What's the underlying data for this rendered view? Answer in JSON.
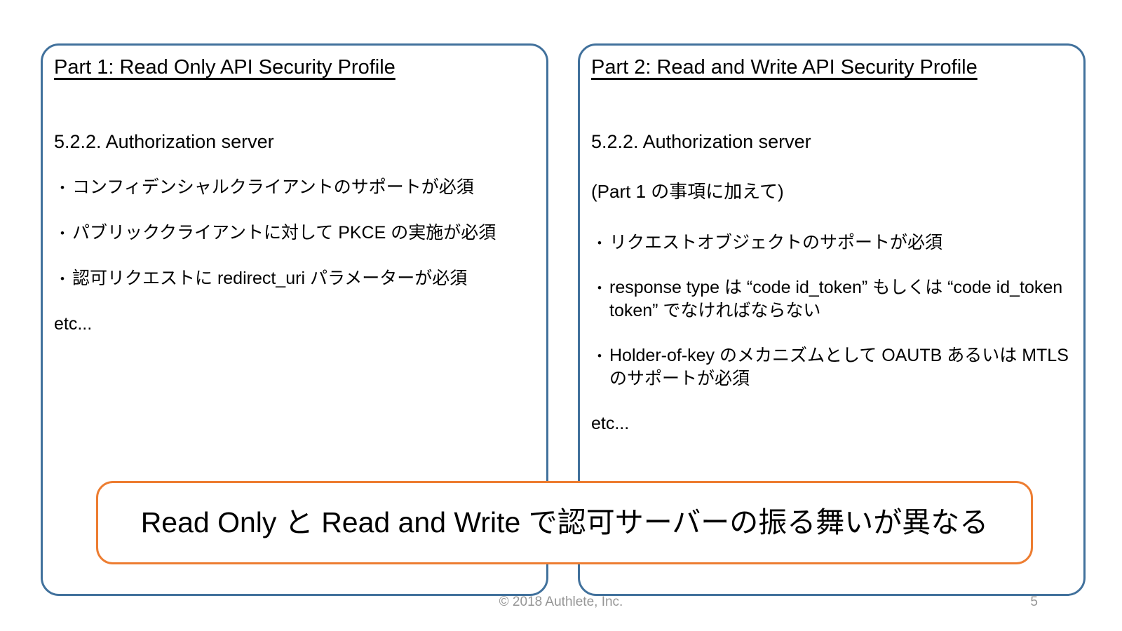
{
  "colors": {
    "panel_border_blue": "#41719C",
    "banner_border_orange": "#ED7D31",
    "text_black": "#000000",
    "footer_gray": "#969696"
  },
  "bullet_glyph": "•",
  "panels": [
    {
      "title": "Part 1: Read Only API Security Profile",
      "heading": "5.2.2. Authorization server",
      "bullets": [
        "コンフィデンシャルクライアントのサポートが必須",
        "パブリッククライアントに対して PKCE の実施が必須",
        "認可リクエストに redirect_uri パラメーターが必須"
      ],
      "etc": "etc..."
    },
    {
      "title": "Part 2: Read and Write API Security Profile",
      "heading": "5.2.2. Authorization server",
      "note": "(Part 1 の事項に加えて)",
      "bullets": [
        "リクエストオブジェクトのサポートが必須",
        "response type は “code id_token” もしくは “code id_token token” でなければならない",
        "Holder-of-key のメカニズムとして OAUTB あるいは MTLS のサポートが必須"
      ],
      "etc": "etc..."
    }
  ],
  "banner": {
    "text": "Read Only と Read and Write で認可サーバーの振る舞いが異なる"
  },
  "footer": {
    "copyright": "© 2018 Authlete, Inc.",
    "page_number": "5"
  }
}
